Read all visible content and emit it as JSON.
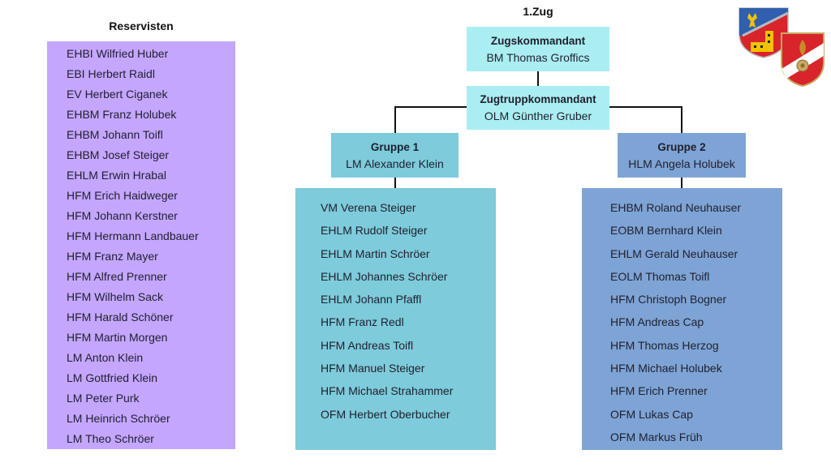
{
  "reserve": {
    "title": "Reservisten",
    "members": [
      "EHBI Wilfried Huber",
      "EBI Herbert Raidl",
      "EV Herbert Ciganek",
      "EHBM Franz Holubek",
      "EHBM Johann Toifl",
      "EHBM Josef Steiger",
      "EHLM Erwin Hrabal",
      "HFM Erich Haidweger",
      "HFM Johann Kerstner",
      "HFM Hermann Landbauer",
      "HFM Franz Mayer",
      "HFM Alfred Prenner",
      "HFM Wilhelm Sack",
      "HFM Harald Schöner",
      "HFM Martin Morgen",
      "LM Anton Klein",
      "LM Gottfried Klein",
      "LM Peter Purk",
      "LM Heinrich Schröer",
      "LM Theo Schröer"
    ]
  },
  "platoon": {
    "title": "1.Zug",
    "commander": {
      "role": "Zugskommandant",
      "name": "BM Thomas Groffics"
    },
    "troop_commander": {
      "role": "Zugtruppkommandant",
      "name": "OLM Günther Gruber"
    },
    "groups": [
      {
        "role": "Gruppe 1",
        "leader": "LM Alexander Klein",
        "members": [
          "VM Verena Steiger",
          "EHLM Rudolf Steiger",
          "EHLM Martin Schröer",
          "EHLM Johannes Schröer",
          "EHLM Johann Pfaffl",
          "HFM Franz Redl",
          "HFM Andreas Toifl",
          "HFM Manuel Steiger",
          "HFM Michael Strahammer",
          "OFM Herbert Oberbucher"
        ]
      },
      {
        "role": "Gruppe 2",
        "leader": "HLM Angela Holubek",
        "members": [
          "EHBM Roland Neuhauser",
          "EOBM Bernhard Klein",
          "EHLM Gerald Neuhauser",
          "EOLM Thomas Toifl",
          "HFM Christoph Bogner",
          "HFM Andreas Cap",
          "HFM Thomas Herzog",
          "HFM Michael Holubek",
          "HFM Erich Prenner",
          "OFM Lukas Cap",
          "OFM Markus Früh"
        ]
      }
    ]
  },
  "logos": [
    {
      "icon": "municipal-coat-of-arms-icon"
    },
    {
      "icon": "fire-brigade-emblem-icon"
    }
  ],
  "colors": {
    "reserve": "#c4a6ff",
    "command": "#aaeef2",
    "group1": "#7ecbdb",
    "group2": "#7ea4d6"
  }
}
